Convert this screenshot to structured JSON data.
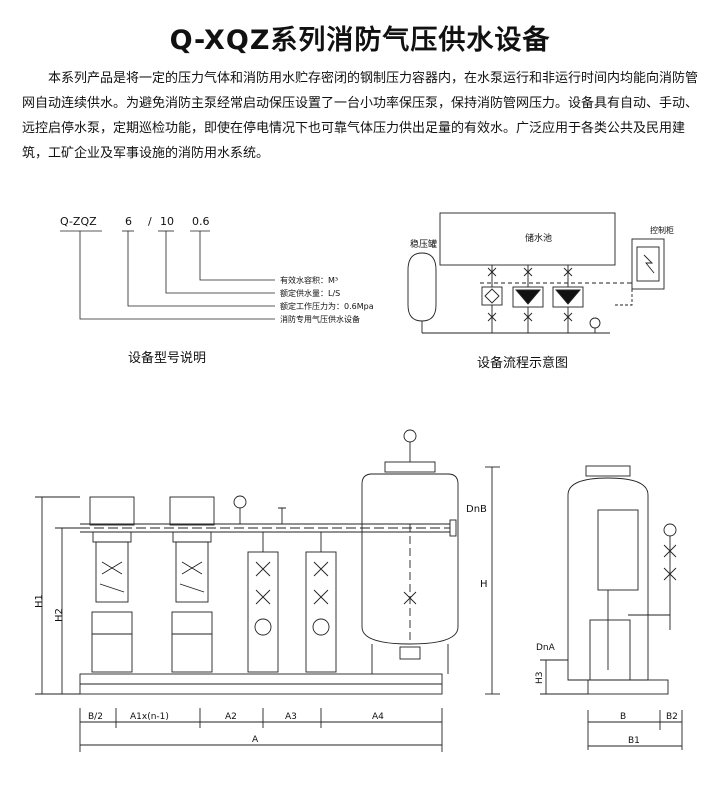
{
  "title": "Q-XQZ系列消防气压供水设备",
  "intro": "本系列产品是将一定的压力气体和消防用水贮存密闭的钢制压力容器内，在水泵运行和非运行时间内均能向消防管网自动连续供水。为避免消防主泵经常启动保压设置了一台小功率保压泵，保持消防管网压力。设备具有自动、手动、远控启停水泵，定期巡检功能，即使在停电情况下也可靠气体压力供出足量的有效水。广泛应用于各类公共及民用建筑，工矿企业及军事设施的消防用水系统。",
  "model": {
    "code_prefix": "Q-ZQZ",
    "code_pressure": "6",
    "code_sep": "/",
    "code_flow": "10",
    "code_volume": "0.6",
    "desc_volume": "有效水容积：M³",
    "desc_flow": "额定供水量：L/S",
    "desc_pressure": "额定工作压力为：0.6Mpa",
    "desc_type": "消防专用气压供水设备",
    "caption": "设备型号说明"
  },
  "flow": {
    "pool_label": "储水池",
    "tank_label": "稳压罐",
    "cabinet_label": "控制柜",
    "caption": "设备流程示意图"
  },
  "dims": {
    "dnb": "DnB",
    "dna": "DnA",
    "h": "H",
    "h1": "H1",
    "h2": "H2",
    "h3": "H3",
    "b_half": "B/2",
    "a1": "A1x(n-1)",
    "a2": "A2",
    "a3": "A3",
    "a4": "A4",
    "a": "A",
    "b": "B",
    "b1": "B1",
    "b2": "B2"
  }
}
